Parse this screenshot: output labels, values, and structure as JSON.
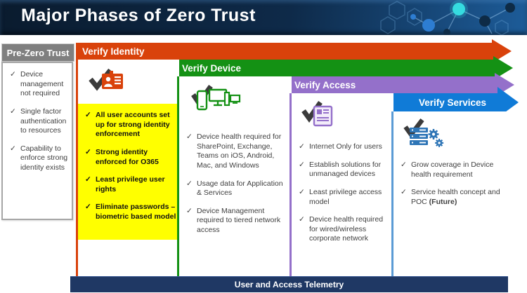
{
  "title": "Major Phases of Zero Trust",
  "bottom_bar": "User and Access Telemetry",
  "colors": {
    "title_bg_left": "#0a1b2e",
    "title_bg_right": "#1d5c99",
    "pre_header_gray": "#7f7f7f",
    "identity_red": "#d9420b",
    "device_green": "#149114",
    "access_purple": "#9470ca",
    "services_blue": "#107bd7",
    "services_border_blue": "#5b9bd5",
    "highlight_yellow": "#ffff00",
    "telemetry_navy": "#1f3864"
  },
  "columns": [
    {
      "header": "Pre-Zero Trust",
      "items": [
        "Device management not required",
        "Single factor authentication to resources",
        "Capability to enforce strong identity exists"
      ]
    },
    {
      "header": "Verify Identity",
      "icon": "identity-badge-icon",
      "items": [
        "All user accounts set up for strong identity enforcement",
        "Strong identity enforced for O365",
        "Least privilege user rights",
        "Eliminate passwords – biometric based model"
      ]
    },
    {
      "header": "Verify Device",
      "icon": "devices-icon",
      "items": [
        "Device health required for SharePoint, Exchange, Teams on iOS, Android, Mac, and Windows",
        "Usage data for Application & Services",
        "Device Management required to tiered network access"
      ]
    },
    {
      "header": "Verify Access",
      "icon": "access-document-icon",
      "items": [
        "Internet Only for users",
        "Establish solutions for unmanaged devices",
        "Least privilege access model",
        "Device health required for wired/wireless corporate network"
      ]
    },
    {
      "header": "Verify Services",
      "icon": "services-gears-icon",
      "items": [
        "Grow coverage in Device health requirement",
        {
          "text": "Service health concept and POC ",
          "bold": "(Future)"
        }
      ]
    }
  ]
}
